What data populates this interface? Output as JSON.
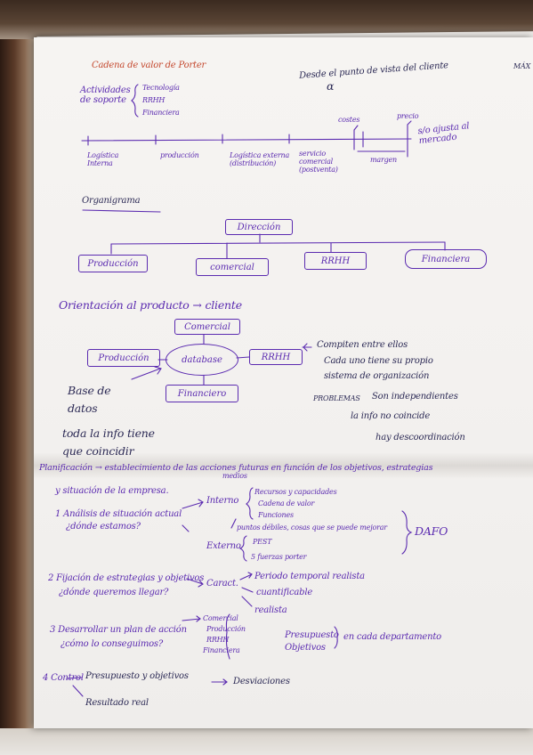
{
  "header": {
    "title": "Cadena de valor de Porter",
    "note": "Desde el punto de vista del cliente",
    "alpha": "α",
    "side_mark": "MÁX"
  },
  "value_chain": {
    "support_label": "Actividades de soporte",
    "support_items": [
      "Tecnología",
      "RRHH",
      "Financiera"
    ],
    "primary_items": [
      "Logística Interna",
      "producción",
      "Logística externa (distribución)",
      "servicio comercial (postventa)"
    ],
    "costs_label": "costes",
    "price_label": "precio",
    "margin_label": "margen",
    "market_note": "s/o ajusta al mercado"
  },
  "org_chart": {
    "title": "Organigrama",
    "top": "Dirección",
    "departments": [
      "Producción",
      "comercial",
      "RRHH",
      "Financiera"
    ]
  },
  "orientation": {
    "title": "Orientación al producto → cliente",
    "nodes": {
      "comercial": "Comercial",
      "produccion": "Producción",
      "database": "database",
      "rrhh": "RRHH",
      "financiero": "Financiero"
    },
    "database_note": [
      "Base de",
      "datos"
    ],
    "info_note": [
      "toda la info tiene",
      "que coincidir"
    ],
    "right_notes": [
      "Compiten entre ellos",
      "Cada uno tiene su propio",
      "sistema de organización"
    ],
    "problems_label": "PROBLEMAS",
    "problems_items": [
      "Son independientes",
      "la info no coincide",
      "hay descoordinación"
    ]
  },
  "planning": {
    "title": "Planificación → establecimiento de las acciones futuras en función de los objetivos, estrategias",
    "title_above": "medios",
    "title_line2": "y situación de la empresa.",
    "step1": {
      "label": "1 Análisis de situación actual",
      "question": "¿dónde estamos?",
      "internal": "Interno",
      "internal_items": [
        "Recursos y capacidades",
        "Cadena de valor",
        "Funciones"
      ],
      "weak_note": "puntos débiles, cosas que se puede mejorar",
      "external": "Externo",
      "external_items": [
        "PEST",
        "5 fuerzas porter"
      ],
      "result": "DAFO"
    },
    "step2": {
      "label": "2 Fijación de estrategias y objetivos",
      "question": "¿dónde queremos llegar?",
      "charact": "Caract.",
      "items": [
        "Periodo temporal realista",
        "cuantificable",
        "realista"
      ]
    },
    "step3": {
      "label": "3 Desarrollar un plan de acción",
      "question": "¿cómo lo conseguimos?",
      "departments": [
        "Comercial",
        "Producción",
        "RRHH",
        "Financiera"
      ],
      "items": [
        "Presupuesto",
        "Objetivos"
      ],
      "note": "en cada departamento"
    },
    "step4": {
      "label": "4 Control",
      "items": [
        "Presupuesto y objetivos",
        "Resultado real"
      ],
      "result": "Desviaciones"
    }
  }
}
